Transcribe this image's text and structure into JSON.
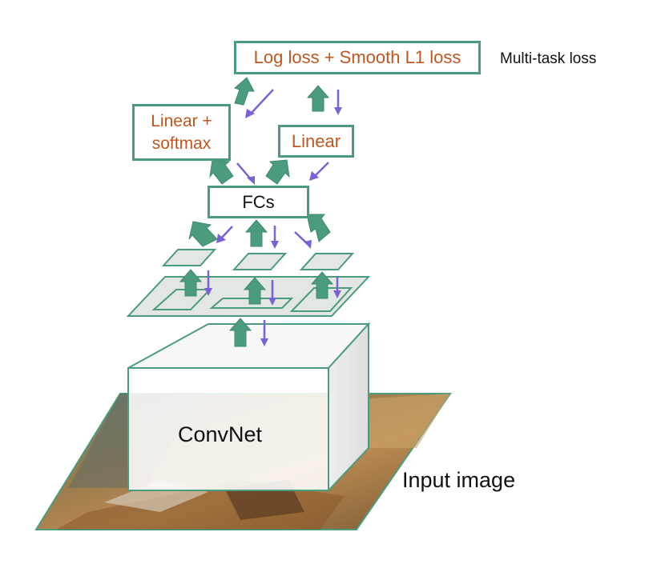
{
  "diagram": {
    "loss_box": {
      "label": "Log loss + Smooth L1 loss"
    },
    "multitask_label": "Multi-task loss",
    "linear_softmax_box": {
      "label_line1": "Linear +",
      "label_line2": "softmax"
    },
    "linear_box": {
      "label": "Linear"
    },
    "fcs_box": {
      "label": "FCs"
    },
    "convnet_label": "ConvNet",
    "input_label": "Input image"
  },
  "colors": {
    "forward_arrow": "#4a9c7c",
    "backward_arrow": "#7b61d6",
    "box_border": "#4a9c7c",
    "label_accent": "#c0561f",
    "feature_plane": "#e3e7e4"
  }
}
